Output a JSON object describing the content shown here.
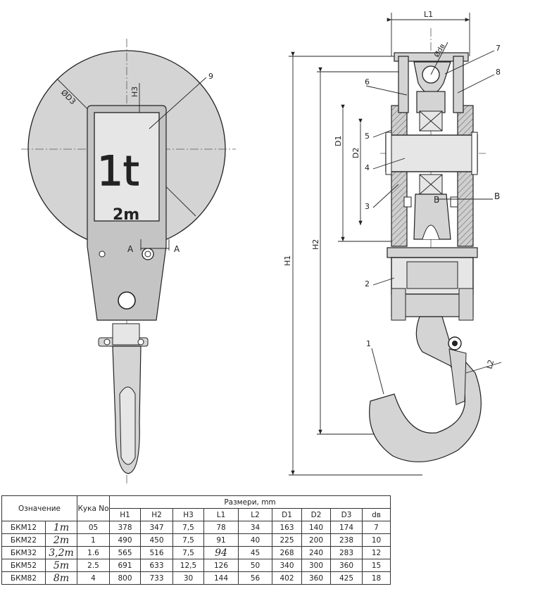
{
  "front_view": {
    "capacity_label": "1t",
    "length_label": "2m",
    "dim_d3": "ØD3",
    "dim_h3": "H3",
    "section_a_left": "A",
    "section_a_right": "A",
    "callout_9": "9"
  },
  "side_view": {
    "dim_l1": "L1",
    "dim_db": "Ødв",
    "dim_h1": "H1",
    "dim_h2": "H2",
    "dim_d1": "D1",
    "dim_d2": "D2",
    "dim_l2": "L2",
    "section_b_left": "B",
    "section_b_right": "B",
    "callouts": [
      "1",
      "2",
      "3",
      "4",
      "5",
      "6",
      "7",
      "8"
    ]
  },
  "table": {
    "col_designation": "Означение",
    "col_hook_no": "Кука No",
    "col_dimensions": "Размери, mm",
    "headers": [
      "H1",
      "H2",
      "H3",
      "L1",
      "L2",
      "D1",
      "D2",
      "D3",
      "dв"
    ],
    "rows": [
      {
        "code": "БКМ12",
        "handwritten": "1т",
        "hook": "05",
        "values": [
          "378",
          "347",
          "7,5",
          "78",
          "34",
          "163",
          "140",
          "174",
          "7"
        ]
      },
      {
        "code": "БКМ22",
        "handwritten": "2т",
        "hook": "1",
        "values": [
          "490",
          "450",
          "7,5",
          "91",
          "40",
          "225",
          "200",
          "238",
          "10"
        ]
      },
      {
        "code": "БКМ32",
        "handwritten": "3,2т",
        "hook": "1.6",
        "values": [
          "565",
          "516",
          "7,5",
          "94",
          "45",
          "268",
          "240",
          "283",
          "12"
        ]
      },
      {
        "code": "БКМ52",
        "handwritten": "5т",
        "hook": "2.5",
        "values": [
          "691",
          "633",
          "12,5",
          "126",
          "50",
          "340",
          "300",
          "360",
          "15"
        ]
      },
      {
        "code": "БКМ82",
        "handwritten": "8т",
        "hook": "4",
        "values": [
          "800",
          "733",
          "30",
          "144",
          "56",
          "402",
          "360",
          "425",
          "18"
        ]
      }
    ]
  }
}
